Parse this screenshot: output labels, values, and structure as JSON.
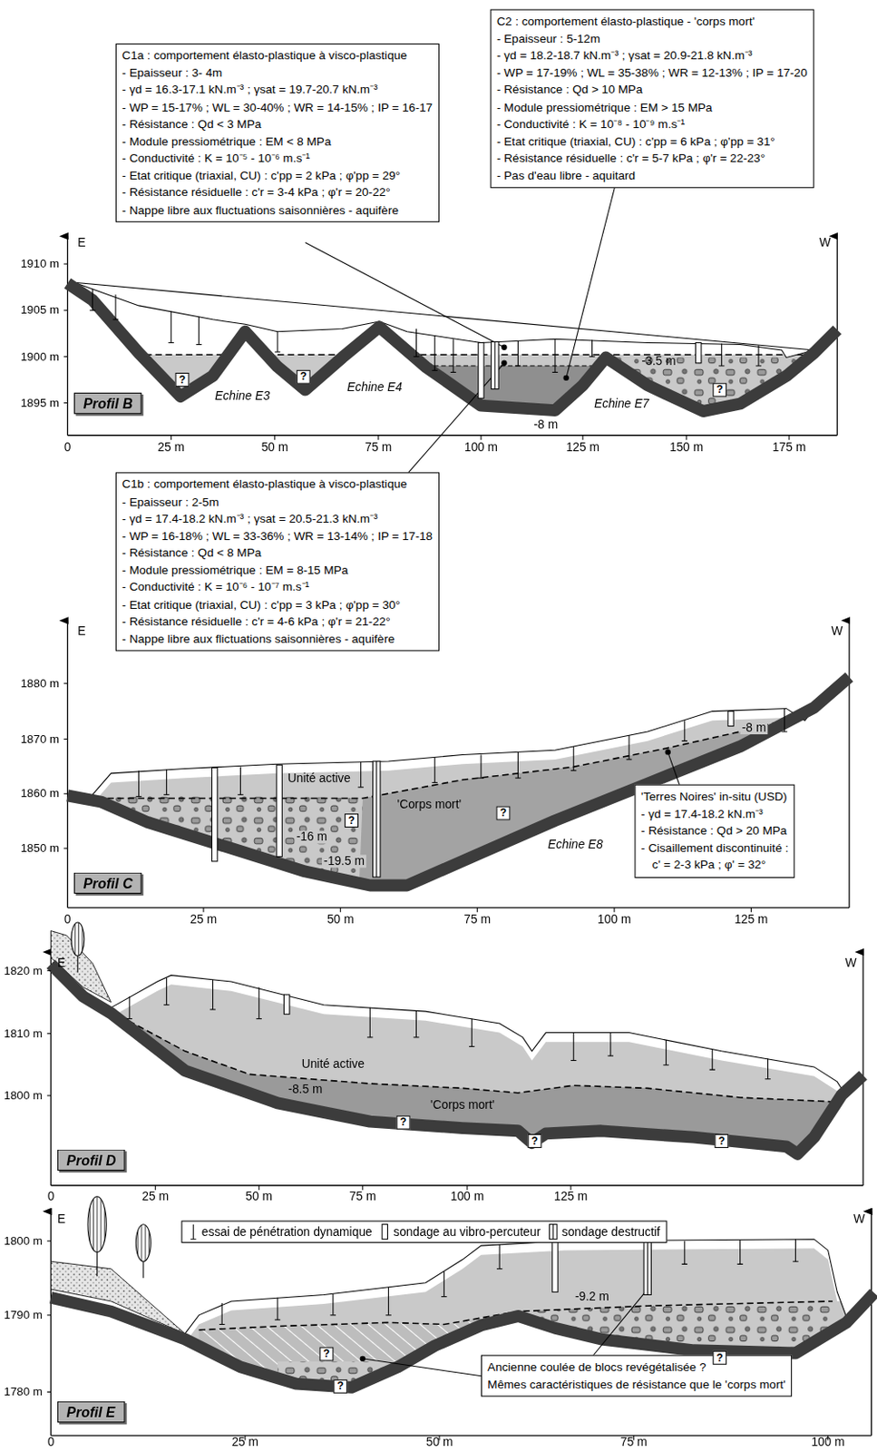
{
  "diagram": {
    "nodes": [
      {
        "text": [
          "C2 : comportement élasto-plastique - 'corps mort'",
          "- Epaisseur : 5-12m",
          "- γd = 18.2-18.7 kN.m⁻³ ; γsat = 20.9-21.8 kN.m⁻³",
          "- WP = 17-19% ; WL = 35-38% ; WR = 12-13% ; IP = 17-20",
          "- Résistance : Qd > 10 MPa",
          "- Module pressiométrique : EM > 15 MPa",
          "- Conductivité : K = 10⁻⁸ - 10⁻⁹ m.s⁻¹",
          "- Etat critique (triaxial, CU) : c'pp = 6 kPa ; φ'pp = 31°",
          "- Résistance résiduelle : c'r = 5-7 kPa ; φ'r = 22-23°",
          "- Pas d'eau libre - aquitard"
        ]
      },
      {
        "text": [
          "C1a : comportement élasto-plastique à visco-plastique",
          "- Epaisseur : 3- 4m",
          "- γd = 16.3-17.1 kN.m⁻³ ; γsat = 19.7-20.7 kN.m⁻³",
          "- WP = 15-17% ; WL = 30-40% ; WR = 14-15% ; IP = 16-17",
          "- Résistance : Qd < 3 MPa",
          "- Module pressiométrique : EM < 8 MPa",
          "- Conductivité : K = 10⁻⁵ - 10⁻⁶ m.s⁻¹",
          "- Etat critique (triaxial, CU) : c'pp = 2 kPa ; φ'pp = 29°",
          "- Résistance résiduelle : c'r = 3-4 kPa ; φ'r = 20-22°",
          "- Nappe libre aux fluctuations saisonnières - aquifère"
        ]
      },
      {
        "text": [
          "Profil B"
        ]
      },
      {
        "text": [
          "C1b : comportement élasto-plastique à visco-plastique",
          "- Epaisseur : 2-5m",
          "- γd = 17.4-18.2 kN.m⁻³ ; γsat = 20.5-21.3 kN.m⁻³",
          "- WP = 16-18% ; WL = 33-36% ; WR = 13-14% ; IP = 17-18",
          "- Résistance : Qd < 8 MPa",
          "- Module pressiométrique : EM = 8-15 MPa",
          "- Conductivité : K = 10⁻⁶ - 10⁻⁷ m.s⁻¹",
          "- Etat critique (triaxial, CU) : c'pp = 3 kPa ; φ'pp = 30°",
          "- Résistance résiduelle : c'r = 4-6 kPa ; φ'r = 21-22°",
          "- Nappe libre aux flictuations saisonnières - aquifère"
        ]
      },
      {
        "text": [
          "'Terres Noires' in-situ (USD)",
          "- γd = 17.4-18.2 kN.m⁻³",
          "- Résistance : Qd > 20 MPa",
          "- Cisaillement discontinuité :",
          "c' = 2-3 kPa ; φ' = 32°"
        ]
      },
      {
        "text": [
          "Profil C"
        ]
      },
      {
        "text": [
          "Profil D"
        ]
      },
      {
        "text": [
          "Ancienne coulée de blocs revégétalisée ?",
          "Mêmes caractéristiques de résistance que le 'corps mort'"
        ]
      },
      {
        "text": [
          "Profil E"
        ]
      }
    ],
    "labels": [
      "1910 m",
      "1905 m",
      "1900 m",
      "1895 m",
      "E",
      "W",
      "0",
      "25 m",
      "50 m",
      "75 m",
      "100 m",
      "125 m",
      "150 m",
      "175 m",
      "?",
      "?",
      "Echine E3",
      "Echine E4",
      "-3.5 m",
      "-8 m",
      "Echine E7",
      "?",
      "1880 m",
      "1870 m",
      "1860 m",
      "1850 m",
      "E",
      "W",
      "0",
      "25 m",
      "50 m",
      "75 m",
      "100 m",
      "125 m",
      "Unité active",
      "'Corps mort'",
      "?",
      "?",
      "-16 m",
      "-19.5 m",
      "Echine E8",
      "-8 m",
      "1820 m",
      "1810 m",
      "1800 m",
      "E",
      "W",
      "0",
      "25 m",
      "50 m",
      "75 m",
      "100 m",
      "125 m",
      "Unité active",
      "'Corps mort'",
      "-8.5 m",
      "?",
      "?",
      "?",
      "1800 m",
      "1790 m",
      "1780 m",
      "E",
      "W",
      "0",
      "25 m",
      "50 m",
      "75 m",
      "100 m",
      "?",
      "?",
      "-9.2 m",
      "?"
    ],
    "legend": [
      {
        "text": "essai de pénétration dynamique"
      },
      {
        "text": "sondage au vibro-percuteur"
      },
      {
        "text": "sondage destructif"
      }
    ]
  }
}
